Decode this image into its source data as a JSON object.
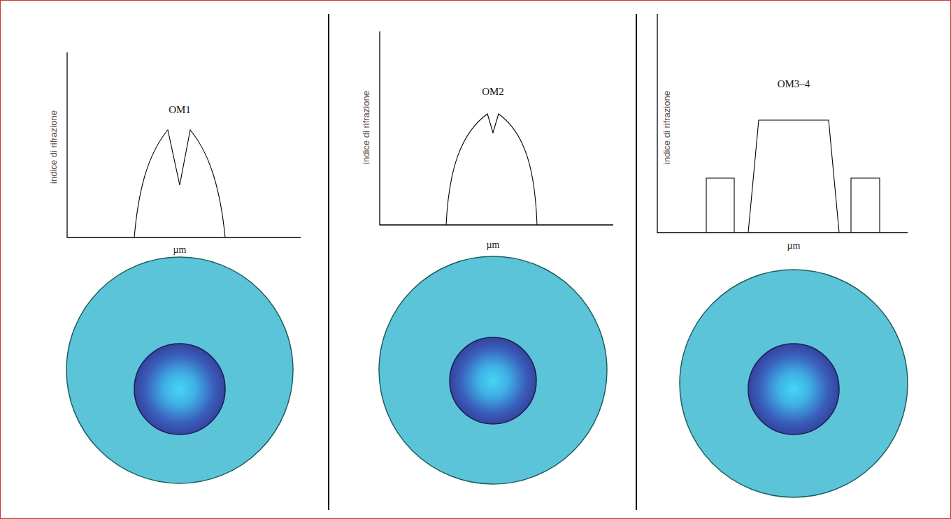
{
  "diagram": {
    "labels": [
      "indice di rifrazione",
      "OM1",
      "µm",
      "indice di rifrazione",
      "OM2",
      "µm",
      "indice di rifrazione",
      "OM3–4",
      "µm"
    ]
  }
}
